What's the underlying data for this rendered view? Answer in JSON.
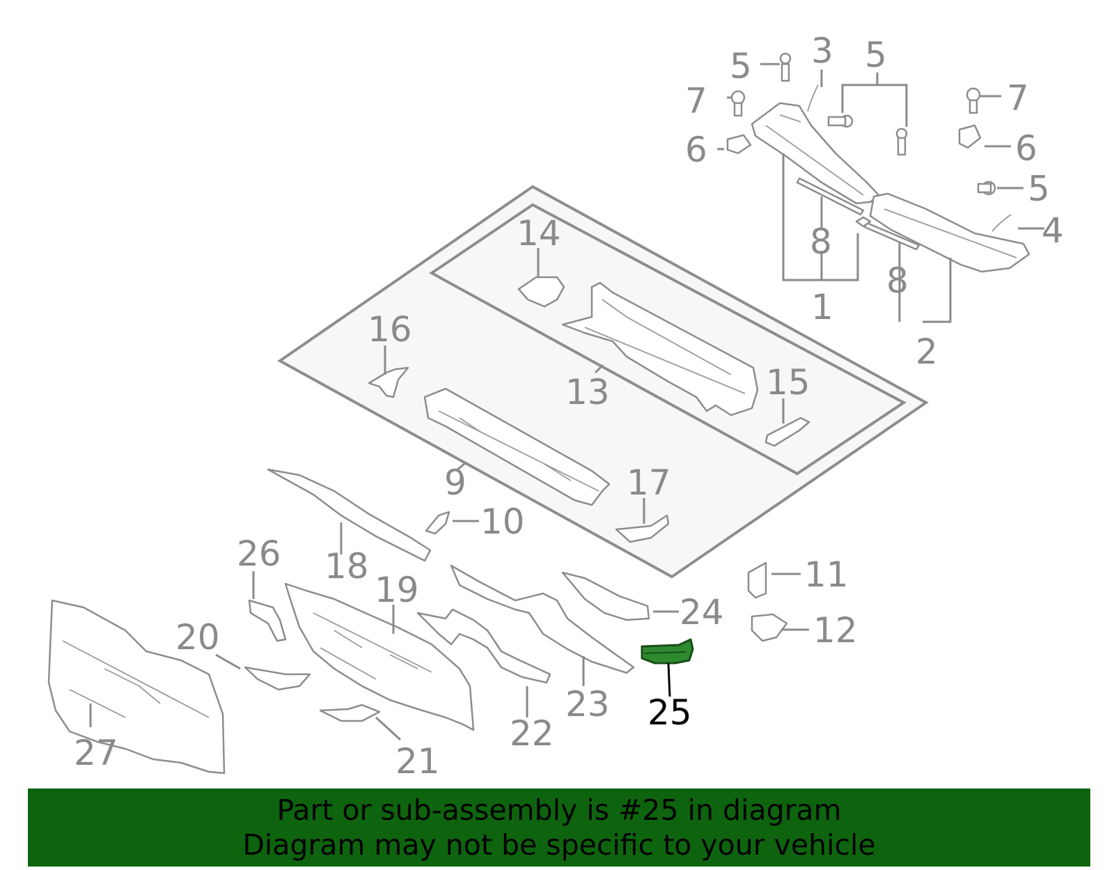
{
  "callouts": [
    {
      "id": "c1",
      "label": "1"
    },
    {
      "id": "c2",
      "label": "2"
    },
    {
      "id": "c3",
      "label": "3"
    },
    {
      "id": "c4",
      "label": "4"
    },
    {
      "id": "c5a",
      "label": "5"
    },
    {
      "id": "c5b",
      "label": "5"
    },
    {
      "id": "c5c",
      "label": "5"
    },
    {
      "id": "c6a",
      "label": "6"
    },
    {
      "id": "c6b",
      "label": "6"
    },
    {
      "id": "c7a",
      "label": "7"
    },
    {
      "id": "c7b",
      "label": "7"
    },
    {
      "id": "c8a",
      "label": "8"
    },
    {
      "id": "c8b",
      "label": "8"
    },
    {
      "id": "c9",
      "label": "9"
    },
    {
      "id": "c10",
      "label": "10"
    },
    {
      "id": "c11",
      "label": "11"
    },
    {
      "id": "c12",
      "label": "12"
    },
    {
      "id": "c13",
      "label": "13"
    },
    {
      "id": "c14",
      "label": "14"
    },
    {
      "id": "c15",
      "label": "15"
    },
    {
      "id": "c16",
      "label": "16"
    },
    {
      "id": "c17",
      "label": "17"
    },
    {
      "id": "c18",
      "label": "18"
    },
    {
      "id": "c19",
      "label": "19"
    },
    {
      "id": "c20",
      "label": "20"
    },
    {
      "id": "c21",
      "label": "21"
    },
    {
      "id": "c22",
      "label": "22"
    },
    {
      "id": "c23",
      "label": "23"
    },
    {
      "id": "c24",
      "label": "24"
    },
    {
      "id": "c25",
      "label": "25"
    },
    {
      "id": "c26",
      "label": "26"
    },
    {
      "id": "c27",
      "label": "27"
    }
  ],
  "highlighted_part": "25",
  "colors": {
    "banner": "#0e640e",
    "highlight_part": "#2f8a2f",
    "line_gray": "#8d8d8d"
  },
  "banner": {
    "line1": "Part or sub-assembly is #25 in diagram",
    "line2": "Diagram may not be specific to your vehicle"
  }
}
